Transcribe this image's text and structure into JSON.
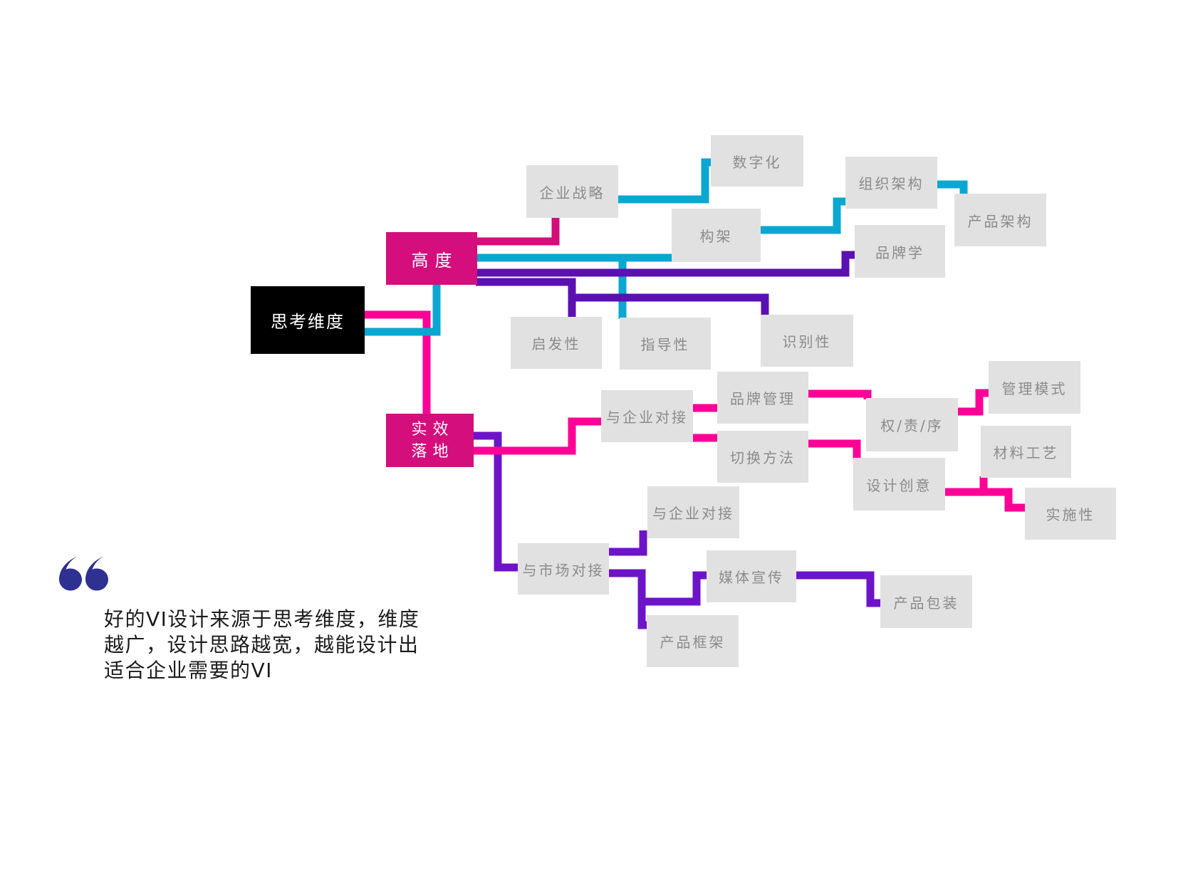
{
  "palette": {
    "node_fill": "#e1e1e1",
    "node_text": "#8b8b8b",
    "root_fill": "#000000",
    "root_text": "#ffffff",
    "branch_fill": "#d40e7c",
    "crimson": "#d40e7c",
    "hot_pink": "#ff0097",
    "cyan": "#0aa7d1",
    "purple": "#5b10b2",
    "violet": "#6e14c8",
    "quote_blue": "#2e3191"
  },
  "nodes": [
    {
      "id": "thinking-dimension",
      "label": "思考维度"
    },
    {
      "id": "height",
      "label": "高度"
    },
    {
      "id": "practical-landing",
      "label": "实效\n落地"
    },
    {
      "id": "enterprise-strategy",
      "label": "企业战略"
    },
    {
      "id": "digitization",
      "label": "数字化"
    },
    {
      "id": "framework",
      "label": "构架"
    },
    {
      "id": "org-structure",
      "label": "组织架构"
    },
    {
      "id": "product-structure",
      "label": "产品架构"
    },
    {
      "id": "brandology",
      "label": "品牌学"
    },
    {
      "id": "inspiration",
      "label": "启发性"
    },
    {
      "id": "guidance",
      "label": "指导性"
    },
    {
      "id": "recognition",
      "label": "识别性"
    },
    {
      "id": "enterprise-alignment-a",
      "label": "与企业对接"
    },
    {
      "id": "brand-management",
      "label": "品牌管理"
    },
    {
      "id": "switch-method",
      "label": "切换方法"
    },
    {
      "id": "rights-duty-order",
      "label": "权/责/序"
    },
    {
      "id": "management-model",
      "label": "管理模式"
    },
    {
      "id": "material-craft",
      "label": "材料工艺"
    },
    {
      "id": "design-creativity",
      "label": "设计创意"
    },
    {
      "id": "implementability",
      "label": "实施性"
    },
    {
      "id": "market-alignment",
      "label": "与市场对接"
    },
    {
      "id": "enterprise-alignment-b",
      "label": "与企业对接"
    },
    {
      "id": "media-promotion",
      "label": "媒体宣传"
    },
    {
      "id": "product-frame",
      "label": "产品框架"
    },
    {
      "id": "product-packaging",
      "label": "产品包装"
    }
  ],
  "edges": [
    {
      "from": "thinking-dimension",
      "to": "height",
      "color": "cyan"
    },
    {
      "from": "thinking-dimension",
      "to": "practical-landing",
      "color": "hot_pink"
    },
    {
      "from": "height",
      "to": "enterprise-strategy",
      "color": "crimson"
    },
    {
      "from": "enterprise-strategy",
      "to": "digitization",
      "color": "cyan"
    },
    {
      "from": "height",
      "to": "framework",
      "color": "cyan"
    },
    {
      "from": "height",
      "to": "guidance",
      "color": "cyan"
    },
    {
      "from": "framework",
      "to": "org-structure",
      "color": "cyan"
    },
    {
      "from": "org-structure",
      "to": "product-structure",
      "color": "cyan"
    },
    {
      "from": "height",
      "to": "brandology",
      "color": "purple"
    },
    {
      "from": "height",
      "to": "inspiration",
      "color": "purple"
    },
    {
      "from": "height",
      "to": "recognition",
      "color": "purple"
    },
    {
      "from": "practical-landing",
      "to": "enterprise-alignment-a",
      "color": "hot_pink"
    },
    {
      "from": "enterprise-alignment-a",
      "to": "brand-management",
      "color": "hot_pink"
    },
    {
      "from": "enterprise-alignment-a",
      "to": "switch-method",
      "color": "hot_pink"
    },
    {
      "from": "brand-management",
      "to": "rights-duty-order",
      "color": "hot_pink"
    },
    {
      "from": "rights-duty-order",
      "to": "management-model",
      "color": "hot_pink"
    },
    {
      "from": "switch-method",
      "to": "design-creativity",
      "color": "hot_pink"
    },
    {
      "from": "design-creativity",
      "to": "implementability",
      "color": "hot_pink"
    },
    {
      "from": "material-craft",
      "to": "implementability",
      "color": "hot_pink"
    },
    {
      "from": "practical-landing",
      "to": "market-alignment",
      "color": "violet"
    },
    {
      "from": "market-alignment",
      "to": "enterprise-alignment-b",
      "color": "violet"
    },
    {
      "from": "market-alignment",
      "to": "media-promotion",
      "color": "violet"
    },
    {
      "from": "market-alignment",
      "to": "product-frame",
      "color": "violet"
    },
    {
      "from": "media-promotion",
      "to": "product-packaging",
      "color": "violet"
    }
  ],
  "quote": {
    "lines": [
      "好的VI设计来源于思考维度，维度",
      "越广，设计思路越宽，越能设计出",
      "适合企业需要的VI"
    ]
  }
}
